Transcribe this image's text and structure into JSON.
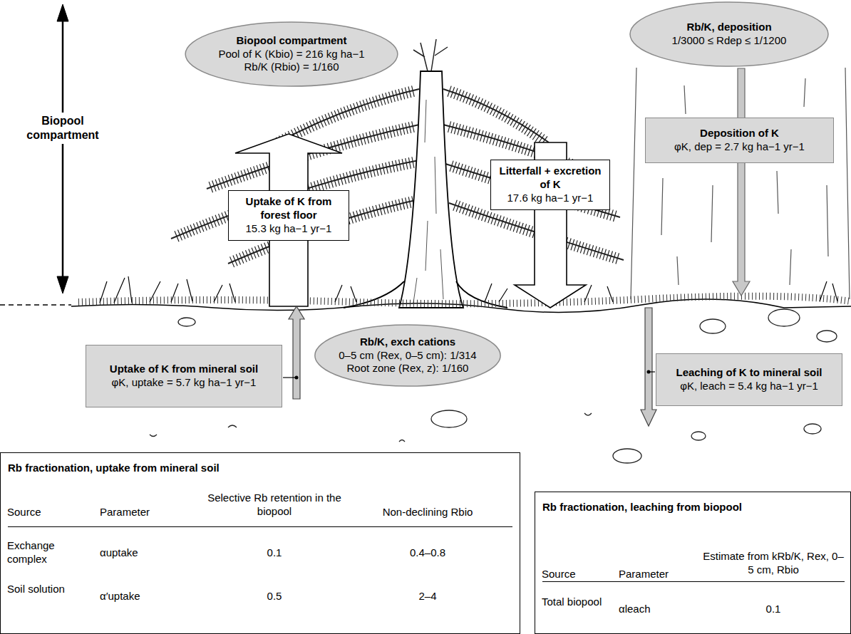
{
  "diagram": {
    "nodes": [
      {
        "text": [
          "Biopool compartment",
          "Pool of K (Kbio) = 216 kg ha−1",
          "Rb/K (Rbio) = 1/160"
        ]
      },
      {
        "text": [
          "Rb/K, deposition",
          "1/3000 ≤ Rdep ≤ 1/1200"
        ]
      },
      {
        "text": [
          "Deposition of K",
          "φK, dep = 2.7 kg ha−1 yr−1"
        ]
      },
      {
        "text": [
          "Uptake of K from forest floor",
          "15.3 kg ha−1 yr−1"
        ]
      },
      {
        "text": [
          "Litterfall + excretion of K",
          "17.6 kg ha−1 yr−1"
        ]
      },
      {
        "text": [
          "Rb/K, exch cations",
          "0–5 cm (Rex, 0–5 cm): 1/314",
          "Root zone (Rex, z): 1/160"
        ]
      },
      {
        "text": [
          "Uptake of K from mineral soil",
          "φK, uptake = 5.7 kg ha−1 yr−1"
        ]
      },
      {
        "text": [
          "Leaching of K to mineral soil",
          "φK, leach = 5.4 kg ha−1 yr−1"
        ]
      },
      {
        "text": [
          "Rb fractionation, uptake from mineral soil"
        ]
      },
      {
        "text": [
          "Rb fractionation, leaching from biopool"
        ]
      }
    ],
    "labels": [
      "Biopool compartment",
      "Source",
      "Parameter",
      "Selective Rb retention in the biopool",
      "Non-declining Rbio",
      "Exchange complex",
      "αuptake",
      "0.1",
      "0.4–0.8",
      "Soil solution",
      "α′uptake",
      "0.5",
      "2–4",
      "Source",
      "Parameter",
      "Estimate from kRb/K, Rex, 0–5 cm, Rbio",
      "Total biopool",
      "αleach",
      "0.1"
    ]
  }
}
